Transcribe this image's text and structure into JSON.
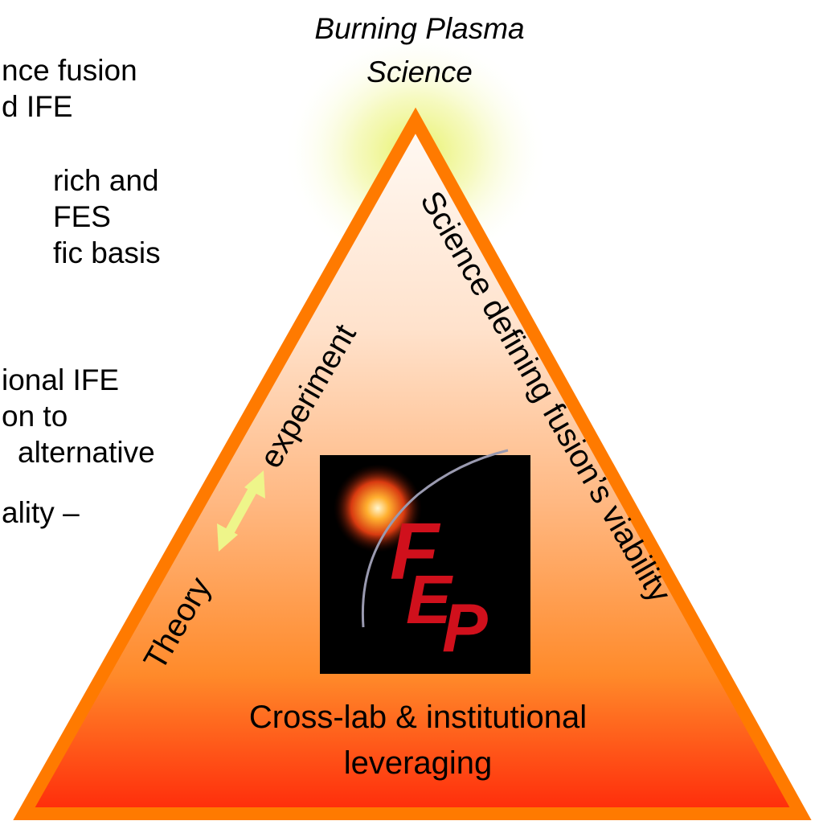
{
  "apex_label": {
    "line1": "Burning Plasma",
    "line2": "Science"
  },
  "left_text_fragments": [
    "nce fusion",
    "d IFE",
    "rich and",
    "FES",
    "fic basis",
    "ional IFE",
    "on to",
    "alternative",
    "ality –"
  ],
  "triangle": {
    "left_side_label_experiment": "experiment",
    "left_side_label_theory": "Theory",
    "right_side_label": "Science defining fusion’s viability",
    "base_label_line1": "Cross-lab & institutional",
    "base_label_line2": "leveraging"
  },
  "logo": {
    "letters": [
      "F",
      "E",
      "P"
    ]
  },
  "colors": {
    "outline": "#ff7a00",
    "fill_top": "#fff8f2",
    "fill_bottom": "#ff2a0a",
    "glow": "#e8f060",
    "arrow": "#eef58a",
    "logo_letters": "#d0101c"
  }
}
